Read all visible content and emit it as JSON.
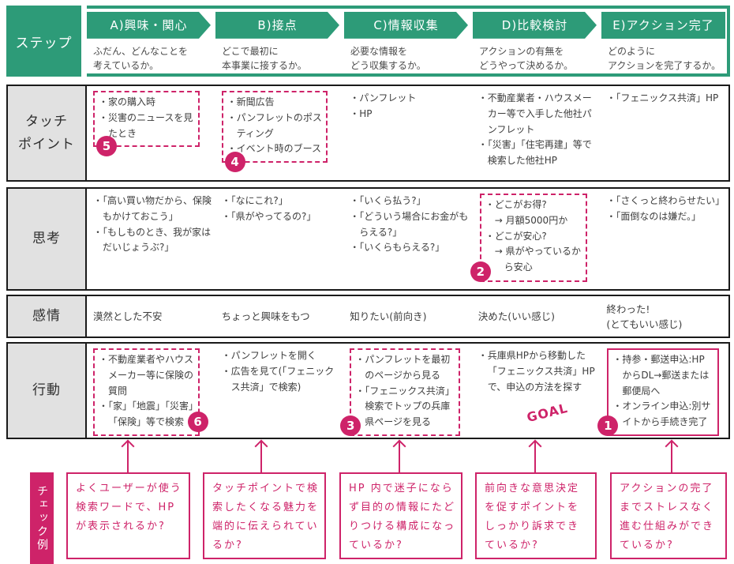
{
  "palette": {
    "green": "#2d9b78",
    "pink": "#ce2369",
    "label_bg": "#e1e1e1",
    "border": "#1a1a1a",
    "text": "#3d3d3d"
  },
  "header": {
    "row_label": "ステップ",
    "steps": [
      {
        "label": "A)興味・関心",
        "desc": "ふだん、どんなことを\n考えているか。"
      },
      {
        "label": "B)接点",
        "desc": "どこで最初に\n本事業に接するか。"
      },
      {
        "label": "C)情報収集",
        "desc": "必要な情報を\nどう収集するか。"
      },
      {
        "label": "D)比較検討",
        "desc": "アクションの有無を\nどうやって決めるか。"
      },
      {
        "label": "E)アクション完了",
        "desc": "どのように\nアクションを完了するか。"
      }
    ]
  },
  "rows": [
    {
      "label": "タッチ\nポイント",
      "cells": [
        {
          "box": "dashed",
          "badge": "5",
          "items": [
            "・家の購入時",
            "・災害のニュースを見たとき"
          ]
        },
        {
          "box": "dashed",
          "badge": "4",
          "items": [
            "・新聞広告",
            "・パンフレットのポスティング",
            "・イベント時のブース"
          ]
        },
        {
          "items": [
            "・パンフレット",
            "・HP"
          ]
        },
        {
          "items": [
            "・不動産業者・ハウスメーカー等で入手した他社パンフレット",
            "・「災害」「住宅再建」等で検索した他社HP"
          ]
        },
        {
          "items": [
            "・「フェニックス共済」HP"
          ]
        }
      ]
    },
    {
      "label": "思考",
      "cells": [
        {
          "items": [
            "・「高い買い物だから、保険もかけておこう」",
            "・「もしものとき、我が家はだいじょうぶ?」"
          ]
        },
        {
          "items": [
            "・「なにこれ?」",
            "・「県がやってるの?」"
          ]
        },
        {
          "items": [
            "・「いくら払う?」",
            "・「どういう場合にお金がもらえる?」",
            "・「いくらもらえる?」"
          ]
        },
        {
          "box": "dashed",
          "badge": "2",
          "items": [
            "・どこがお得?",
            "→ 月額5000円か",
            "・どこが安心?",
            "→ 県がやっているから安心"
          ]
        },
        {
          "items": [
            "・「さくっと終わらせたい」",
            "・「面倒なのは嫌だ。」"
          ]
        }
      ]
    },
    {
      "label": "感情",
      "cells": [
        {
          "text": "漠然とした不安"
        },
        {
          "text": "ちょっと興味をもつ"
        },
        {
          "text": "知りたい(前向き)"
        },
        {
          "text": "決めた(いい感じ)"
        },
        {
          "text": "終わった!\n(とてもいい感じ)"
        }
      ]
    },
    {
      "label": "行動",
      "cells": [
        {
          "box": "dashed",
          "badge": "6",
          "items": [
            "・不動産業者やハウスメーカー等に保険の質問",
            "・「家」「地震」「災害」「保険」等で検索"
          ]
        },
        {
          "items": [
            "・パンフレットを開く",
            "・広告を見て(「フェニックス共済」で検索)"
          ]
        },
        {
          "box": "dashed",
          "badge": "3",
          "items": [
            "・パンフレットを最初のページから見る",
            "・「フェニックス共済」検索でトップの兵庫県ページを見る"
          ]
        },
        {
          "items": [
            "・兵庫県HPから移動した「フェニックス共済」HPで、申込の方法を探す"
          ]
        },
        {
          "box": "solid",
          "badge": "1",
          "goal": "GOAL",
          "items": [
            "・持参・郵送申込:HPからDL→郵送または郵便局へ",
            "・オンライン申込:別サイトから手続き完了"
          ]
        }
      ]
    },
    {
      "label": "チェック例"
    }
  ],
  "checks": [
    "よくユーザーが使う検索ワードで、HP が表示されるか?",
    "タッチポイントで検索したくなる魅力を端的に伝えられているか?",
    "HP 内で迷子にならず目的の情報にたどりつける構成になっているか?",
    "前向きな意思決定を促すポイントをしっかり訴求できているか?",
    "アクションの完了までストレスなく進む仕組みができているか?"
  ]
}
